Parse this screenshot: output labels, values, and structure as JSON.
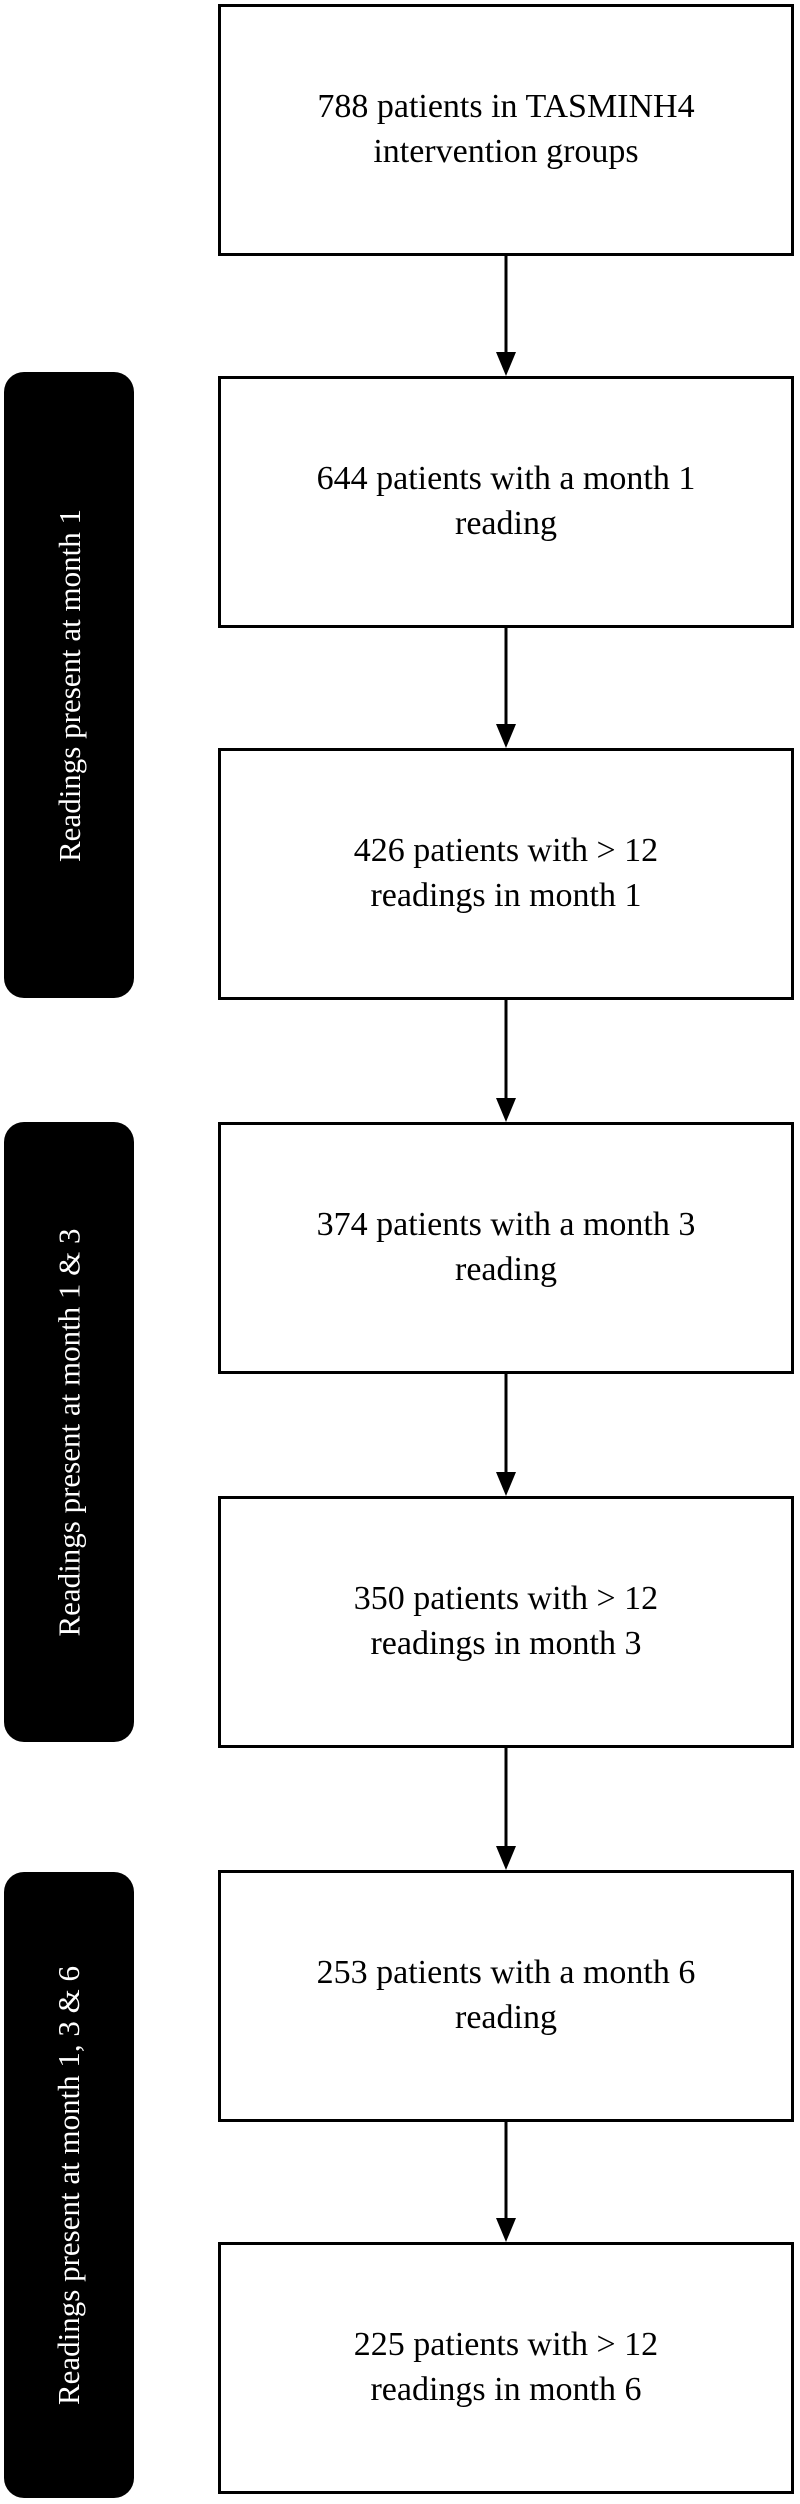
{
  "flow": {
    "boxes": [
      {
        "text": "788 patients in TASMINH4\nintervention groups"
      },
      {
        "text": "644 patients with a month 1\nreading"
      },
      {
        "text": "426 patients with > 12\nreadings in month 1"
      },
      {
        "text": "374 patients with a month 3\nreading"
      },
      {
        "text": "350 patients with > 12\nreadings in month 3"
      },
      {
        "text": "253 patients with a month 6\nreading"
      },
      {
        "text": "225 patients with > 12\nreadings in month 6"
      }
    ],
    "side_labels": [
      {
        "text": "Readings present at month 1"
      },
      {
        "text": "Readings present at month 1 & 3"
      },
      {
        "text": "Readings present at month 1, 3 & 6"
      }
    ]
  }
}
